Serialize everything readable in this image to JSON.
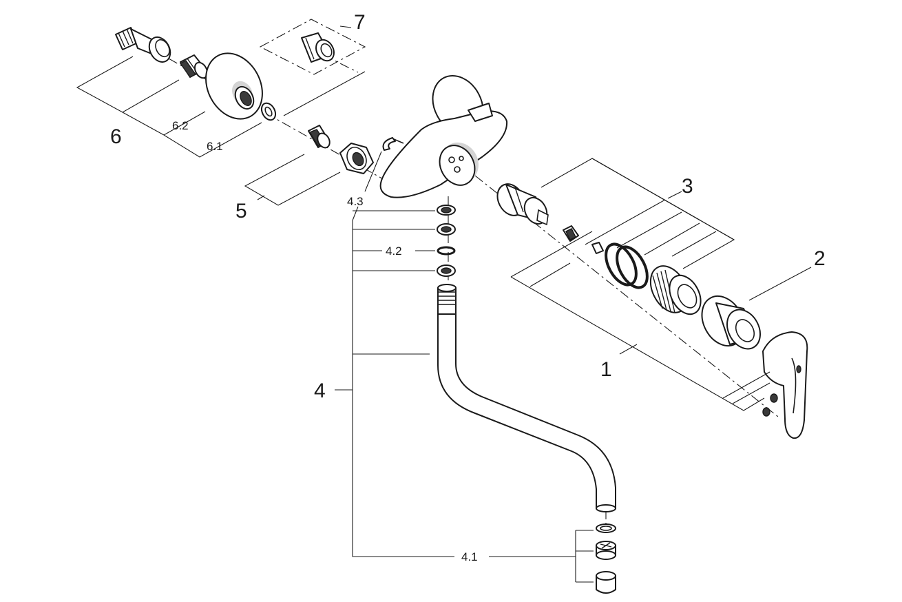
{
  "diagram": {
    "labels": {
      "p1": "1",
      "p2": "2",
      "p3": "3",
      "p4": "4",
      "p4_1": "4.1",
      "p4_2": "4.2",
      "p4_3": "4.3",
      "p5": "5",
      "p6": "6",
      "p6_1": "6.1",
      "p6_2": "6.2",
      "p7": "7"
    },
    "parts": [
      "s-union-connector",
      "nipple",
      "wall-rosette",
      "flat-washer",
      "cap-nut",
      "adapter-nut",
      "extension-piece",
      "retaining-clip",
      "mixer-body",
      "cartridge",
      "spindle-adapter",
      "o-rings",
      "threaded-bushing",
      "escutcheon-cap",
      "lever-handle",
      "grub-screws",
      "spout-o-rings",
      "s-spout",
      "aerator-washer",
      "aerator-insert",
      "aerator-housing"
    ]
  }
}
